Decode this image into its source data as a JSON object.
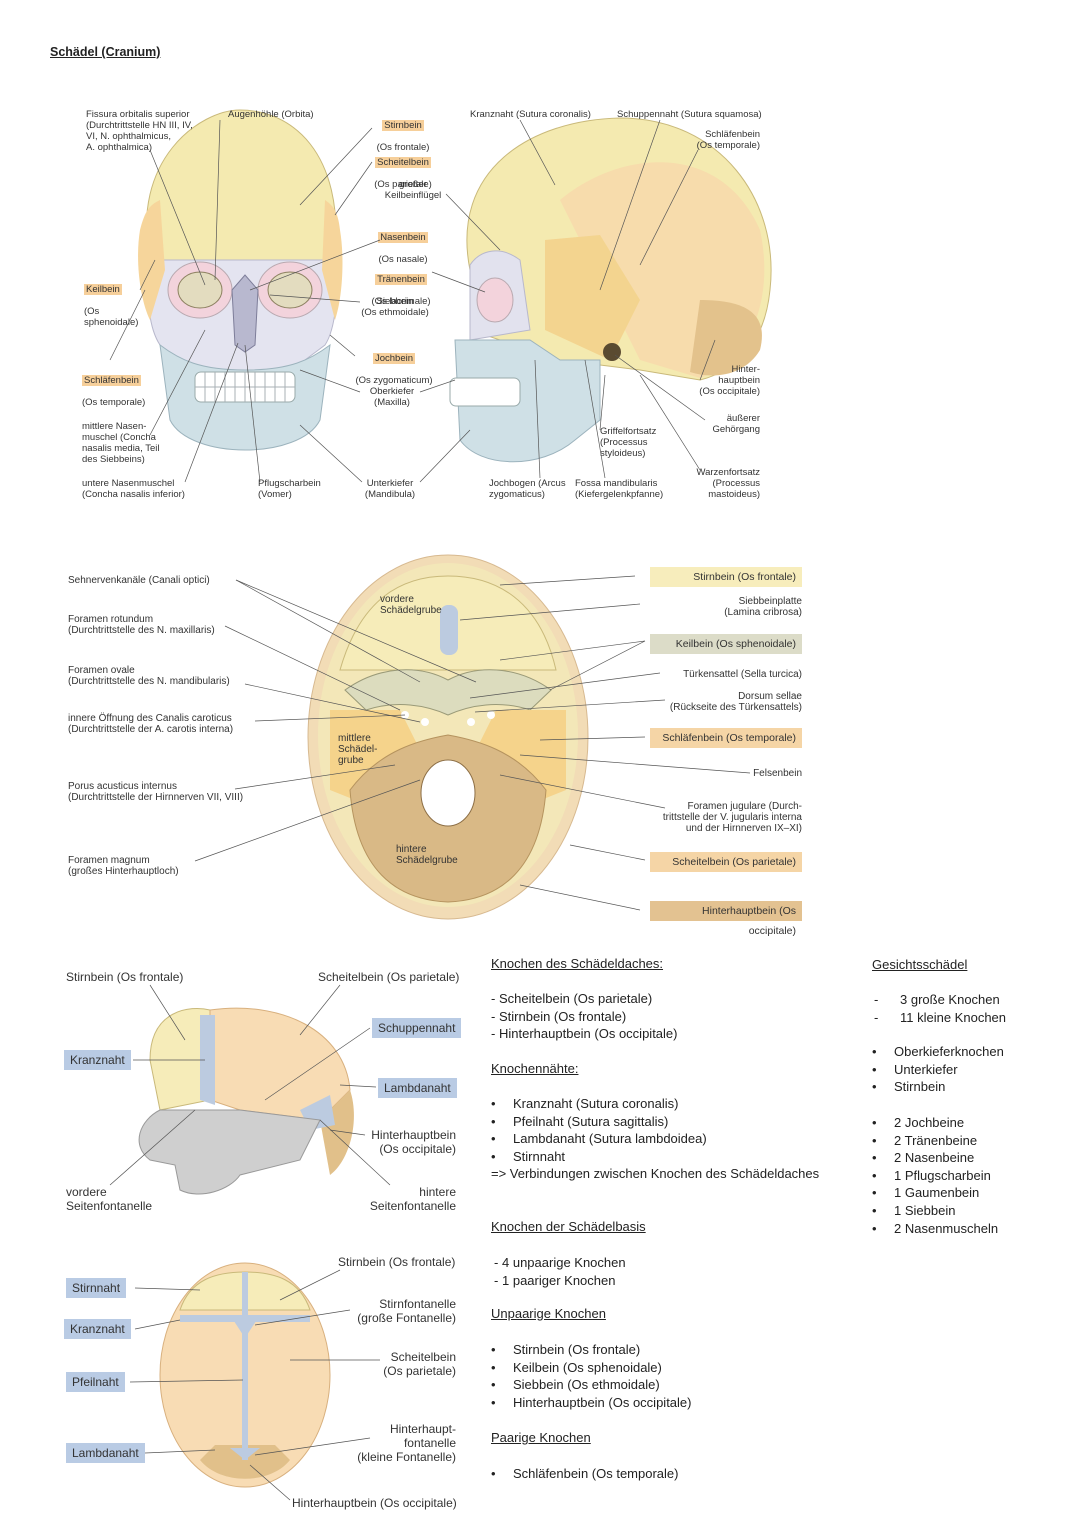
{
  "title": "Schädel (Cranium)",
  "fig1": {
    "labels": {
      "fissura": "Fissura orbitalis superior\n(Durchtrittstelle HN III, IV,\nVI, N. ophthalmicus,\nA. ophthalmica)",
      "augenhoehle": "Augenhöhle (Orbita)",
      "stirnbein": "Stirnbein",
      "stirnbein_lat": "(Os frontale)",
      "scheitelbein": "Scheitelbein",
      "scheitelbein_lat": "(Os parietale)",
      "keilbeinfluegel": "großer\nKeilbeinflügel",
      "nasenbein": "Nasenbein",
      "nasenbein_lat": "(Os nasale)",
      "traenenbein": "Tränenbein",
      "traenenbein_lat": "(Os lacrimale)",
      "siebbein": "Siebbein\n(Os ethmoidale)",
      "jochbein": "Jochbein",
      "jochbein_lat": "(Os zygomaticum)",
      "oberkiefer": "Oberkiefer\n(Maxilla)",
      "unterkiefer": "Unterkiefer\n(Mandibula)",
      "pflugscharbein": "Pflugscharbein\n(Vomer)",
      "keilbein": "Keilbein",
      "keilbein_lat": "(Os\nsphenoidale)",
      "schlaefenbein": "Schläfenbein",
      "schlaefenbein_lat": "(Os temporale)",
      "mittlere_nasenmuschel": "mittlere Nasen-\nmuschel (Concha\nnasalis media, Teil\ndes Siebbeins)",
      "untere_nasenmuschel": "untere Nasenmuschel\n(Concha nasalis inferior)",
      "kranznaht": "Kranznaht (Sutura coronalis)",
      "schuppennaht": "Schuppennaht (Sutura squamosa)",
      "schlaefenbein_r": "Schläfenbein\n(Os temporale)",
      "hinterhauptbein": "Hinter-\nhauptbein\n(Os occipitale)",
      "gehoergang": "äußerer\nGehörgang",
      "griffelfortsatz": "Griffelfortsatz\n(Processus\nstyloideus)",
      "warzenfortsatz": "Warzenfortsatz\n(Processus\nmastoideus)",
      "jochbogen": "Jochbogen (Arcus\nzygomaticus)",
      "fossa": "Fossa mandibularis\n(Kiefergelenkpfanne)"
    }
  },
  "fig2": {
    "left_labels": {
      "sehnerv": "Sehnervenkanäle (Canali optici)",
      "rotundum": "Foramen rotundum\n(Durchtrittstelle des N. maxillaris)",
      "ovale": "Foramen ovale\n(Durchtrittstelle des N. mandibularis)",
      "caroticus": "innere Öffnung des Canalis caroticus\n(Durchtrittstelle der A. carotis interna)",
      "porus": "Porus acusticus internus\n(Durchtrittstelle der Hirnnerven VII, VIII)",
      "magnum": "Foramen magnum\n(großes Hinterhauptloch)"
    },
    "inner_labels": {
      "vordere": "vordere\nSchädelgrube",
      "mittlere": "mittlere\nSchädel-\ngrube",
      "hintere": "hintere\nSchädelgrube"
    },
    "right_labels": {
      "stirnbein": "Stirnbein (Os frontale)",
      "siebbeinplatte": "Siebbeinplatte\n(Lamina cribrosa)",
      "keilbein": "Keilbein (Os sphenoidale)",
      "tuerkensattel": "Türkensattel (Sella turcica)",
      "dorsum": "Dorsum sellae\n(Rückseite des Türkensattels)",
      "schlaefenbein": "Schläfenbein (Os temporale)",
      "felsenbein": "Felsenbein",
      "jugulare": "Foramen jugulare (Durch-\ntrittstelle der V. jugularis interna\nund der Hirnnerven IX–XI)",
      "scheitelbein": "Scheitelbein (Os parietale)",
      "hinterhauptbein": "Hinterhauptbein (Os occipitale)"
    }
  },
  "fig3": {
    "stirnbein": "Stirnbein (Os frontale)",
    "scheitelbein": "Scheitelbein (Os parietale)",
    "schuppennaht": "Schuppennaht",
    "kranznaht": "Kranznaht",
    "lambdanaht": "Lambdanaht",
    "hinterhauptbein": "Hinterhauptbein\n(Os occipitale)",
    "vordere": "vordere\nSeitenfontanelle",
    "hintere": "hintere\nSeitenfontanelle"
  },
  "fig4": {
    "stirnnaht": "Stirnnaht",
    "kranznaht": "Kranznaht",
    "pfeilnaht": "Pfeilnaht",
    "lambdanaht": "Lambdanaht",
    "stirnbein": "Stirnbein (Os frontale)",
    "stirnfontanelle": "Stirnfontanelle\n(große Fontanelle)",
    "scheitelbein": "Scheitelbein\n(Os parietale)",
    "hinterhauptfontanelle": "Hinterhaupt-\nfontanelle\n(kleine Fontanelle)",
    "hinterhauptbein": "Hinterhauptbein (Os occipitale)"
  },
  "notes": {
    "schaedeldach": {
      "heading": "Knochen des Schädeldaches:",
      "items": [
        "Scheitelbein (Os parietale)",
        "Stirnbein (Os frontale)",
        "Hinterhauptbein (Os occipitale)"
      ]
    },
    "naehte": {
      "heading": "Knochennähte:",
      "items": [
        "Kranznaht (Sutura coronalis)",
        "Pfeilnaht (Sutura sagittalis)",
        "Lambdanaht (Sutura lambdoidea)",
        "Stirnnaht"
      ],
      "note": "=> Verbindungen zwischen Knochen des Schädeldaches"
    },
    "schaedelbasis": {
      "heading": "Knochen der Schädelbasis",
      "items": [
        "4 unpaarige Knochen",
        "1 paariger Knochen"
      ]
    },
    "unpaarig": {
      "heading": "Unpaarige Knochen",
      "items": [
        "Stirnbein (Os frontale)",
        "Keilbein (Os sphenoidale)",
        "Siebbein (Os ethmoidale)",
        "Hinterhauptbein (Os occipitale)"
      ]
    },
    "paarig": {
      "heading": "Paarige Knochen",
      "items": [
        "Schläfenbein (Os temporale)"
      ]
    },
    "gesicht": {
      "heading": "Gesichtsschädel",
      "dash_items": [
        "3 große Knochen",
        "11 kleine Knochen"
      ],
      "group1": [
        "Oberkieferknochen",
        "Unterkiefer",
        "Stirnbein"
      ],
      "group2": [
        "2 Jochbeine",
        "2 Tränenbeine",
        "2 Nasenbeine",
        "1 Pflugscharbein",
        "1 Gaumenbein",
        "1 Siebbein",
        "2 Nasenmuscheln"
      ]
    }
  }
}
